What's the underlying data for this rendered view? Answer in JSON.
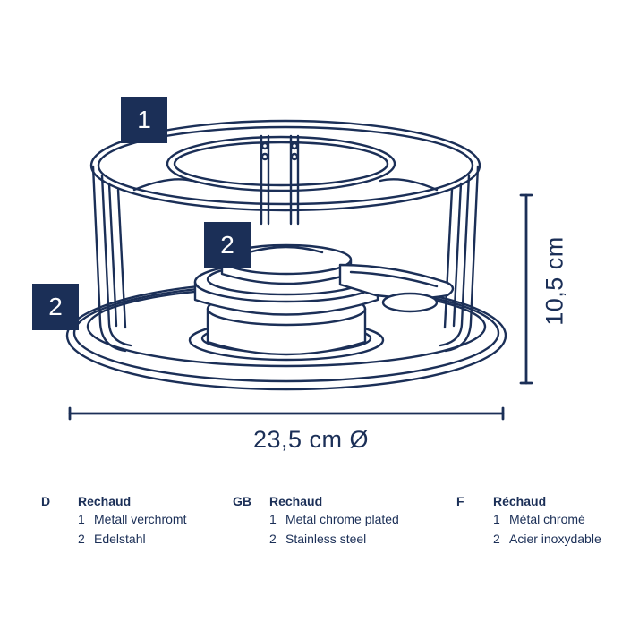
{
  "callouts": [
    "1",
    "2",
    "2"
  ],
  "dimensions": {
    "height_label": "10,5 cm",
    "diameter_label": "23,5 cm Ø"
  },
  "legend": [
    {
      "code": "D",
      "title": "Rechaud",
      "items": [
        {
          "num": "1",
          "text": "Metall verchromt"
        },
        {
          "num": "2",
          "text": "Edelstahl"
        }
      ]
    },
    {
      "code": "GB",
      "title": "Rechaud",
      "items": [
        {
          "num": "1",
          "text": "Metal chrome plated"
        },
        {
          "num": "2",
          "text": "Stainless steel"
        }
      ]
    },
    {
      "code": "F",
      "title": "Réchaud",
      "items": [
        {
          "num": "1",
          "text": "Métal chromé"
        },
        {
          "num": "2",
          "text": "Acier inoxydable"
        }
      ]
    }
  ],
  "colors": {
    "ink": "#1b2f57",
    "background": "#ffffff"
  }
}
